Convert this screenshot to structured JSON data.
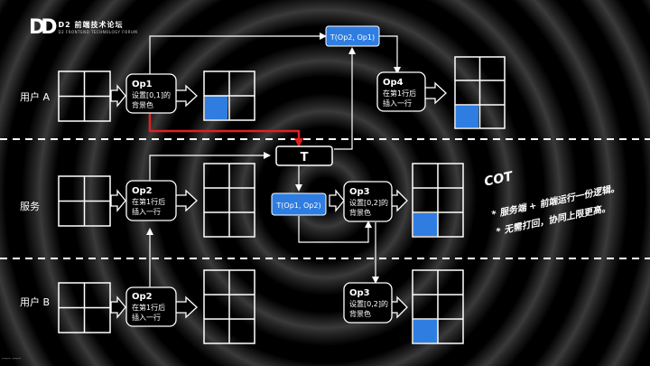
{
  "logo": {
    "mark": "DD",
    "title": "D2 前端技术论坛",
    "subtitle": "D2 FRONTEND TECHNOLOGY FORUM"
  },
  "rows": {
    "user_a": "用户 A",
    "server": "服务",
    "user_b": "用户 B"
  },
  "ops": {
    "op1": {
      "title": "Op1",
      "line1": "设置[0,1]的",
      "line2": "背景色"
    },
    "op4": {
      "title": "Op4",
      "line1": "在第1行后",
      "line2": "插入一行"
    },
    "op2_server": {
      "title": "Op2",
      "line1": "在第1行后",
      "line2": "插入一行"
    },
    "op3_server": {
      "title": "Op3",
      "line1": "设置[0,2]的",
      "line2": "背景色"
    },
    "op2_b": {
      "title": "Op2",
      "line1": "在第1行后",
      "line2": "插入一行"
    },
    "op3_b": {
      "title": "Op3",
      "line1": "设置[0,2]的",
      "line2": "背景色"
    }
  },
  "transforms": {
    "t_top": "T(Op2, Op1)",
    "t_center": "T",
    "t_mid": "T(Op1, Op2)"
  },
  "cot": {
    "title": "COT",
    "bullets": [
      "* 服务端 + 前端运行一份逻辑。",
      "* 无需打回，协同上限更高。"
    ]
  },
  "footer": "ꟷꟷ ꟷꟷ",
  "colors": {
    "highlight_blue": "#2f7de1",
    "red_arrow": "#e02020",
    "line_white": "#ffffff",
    "box_bg": "#000000"
  }
}
